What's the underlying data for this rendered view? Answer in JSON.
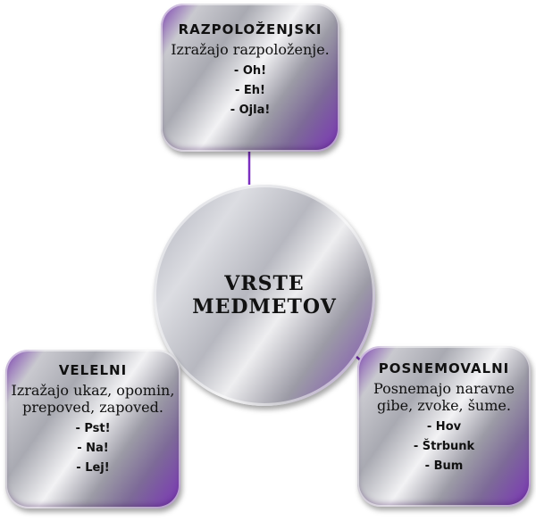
{
  "center": {
    "line1": "VRSTE",
    "line2": "MEDMETOV"
  },
  "nodes": {
    "top": {
      "title": "RAZPOLOŽENJSKI",
      "description": "Izražajo razpoloženje.",
      "examples": [
        "- Oh!",
        "- Eh!",
        "- Ojla!"
      ]
    },
    "left": {
      "title": "VELELNI",
      "description": "Izražajo ukaz, opomin, prepoved, zapoved.",
      "examples": [
        "- Pst!",
        "- Na!",
        "- Lej!"
      ]
    },
    "right": {
      "title": "POSNEMOVALNI",
      "description": "Posnemajo naravne gibe, zvoke, šume.",
      "examples": [
        "- Hov",
        "- Štrbunk",
        "- Bum"
      ]
    }
  },
  "colors": {
    "connector": "#7b2fbf",
    "accent_purple": "#7b33b8",
    "silver": "#c9c9cf"
  }
}
